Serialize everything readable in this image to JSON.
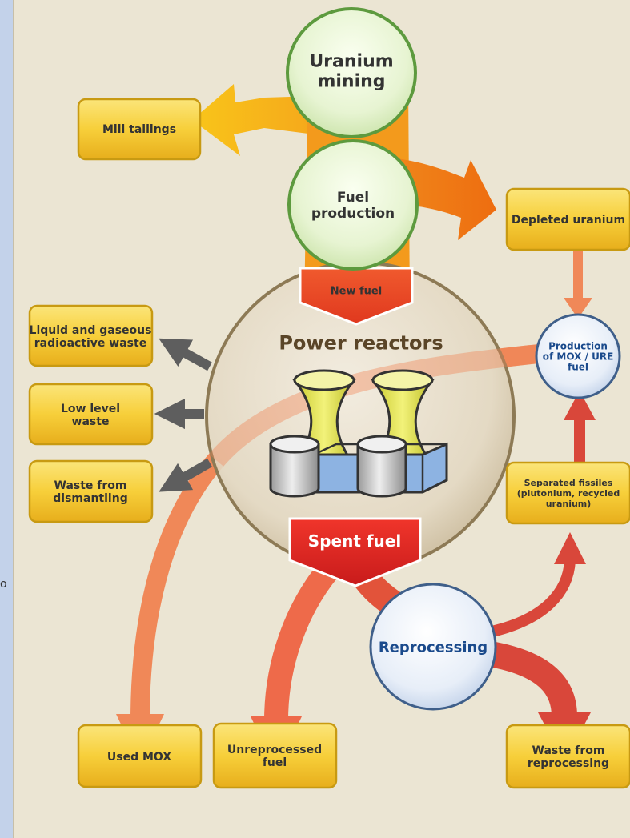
{
  "diagram": {
    "nodes": {
      "uranium_mining": {
        "lines": [
          "Uranium",
          "mining"
        ]
      },
      "fuel_production": {
        "lines": [
          "Fuel",
          "production"
        ]
      },
      "new_fuel": {
        "lines": [
          "New fuel"
        ]
      },
      "power_reactors": {
        "lines": [
          "Power reactors"
        ]
      },
      "spent_fuel": {
        "lines": [
          "Spent fuel"
        ]
      },
      "reprocessing": {
        "lines": [
          "Reprocessing"
        ]
      },
      "mox_production": {
        "lines": [
          "Production",
          "of MOX / URE",
          "fuel"
        ]
      },
      "mill_tailings": {
        "lines": [
          "Mill tailings"
        ]
      },
      "depleted_uranium": {
        "lines": [
          "Depleted uranium"
        ]
      },
      "liquid_gaseous_waste": {
        "lines": [
          "Liquid and gaseous",
          "radioactive waste"
        ]
      },
      "low_level_waste": {
        "lines": [
          "Low level",
          "waste"
        ]
      },
      "dismantling_waste": {
        "lines": [
          "Waste from",
          "dismantling"
        ]
      },
      "separated_fissiles": {
        "lines": [
          "Separated fissiles",
          "(plutonium, recycled",
          "uranium)"
        ]
      },
      "used_mox": {
        "lines": [
          "Used MOX"
        ]
      },
      "unreprocessed_fuel": {
        "lines": [
          "Unreprocessed",
          "fuel"
        ]
      },
      "reprocessing_waste": {
        "lines": [
          "Waste from",
          "reprocessing"
        ]
      }
    },
    "colors": {
      "panel": "#ebe5d3",
      "box_fill": "#f7cf3a",
      "box_border": "#c89a12",
      "green_border": "#5d9a3e",
      "flow_orange": "#f39a1c",
      "flow_red": "#e8412b",
      "pink_arrow": "#f08858",
      "grey_arrow": "#5e5e5e",
      "reactor_blue": "#8db3e2",
      "tower_yellow": "#e6e64c",
      "text_dark": "#333333",
      "text_blue": "#1a4a8c"
    },
    "edge_glyph": "o"
  }
}
